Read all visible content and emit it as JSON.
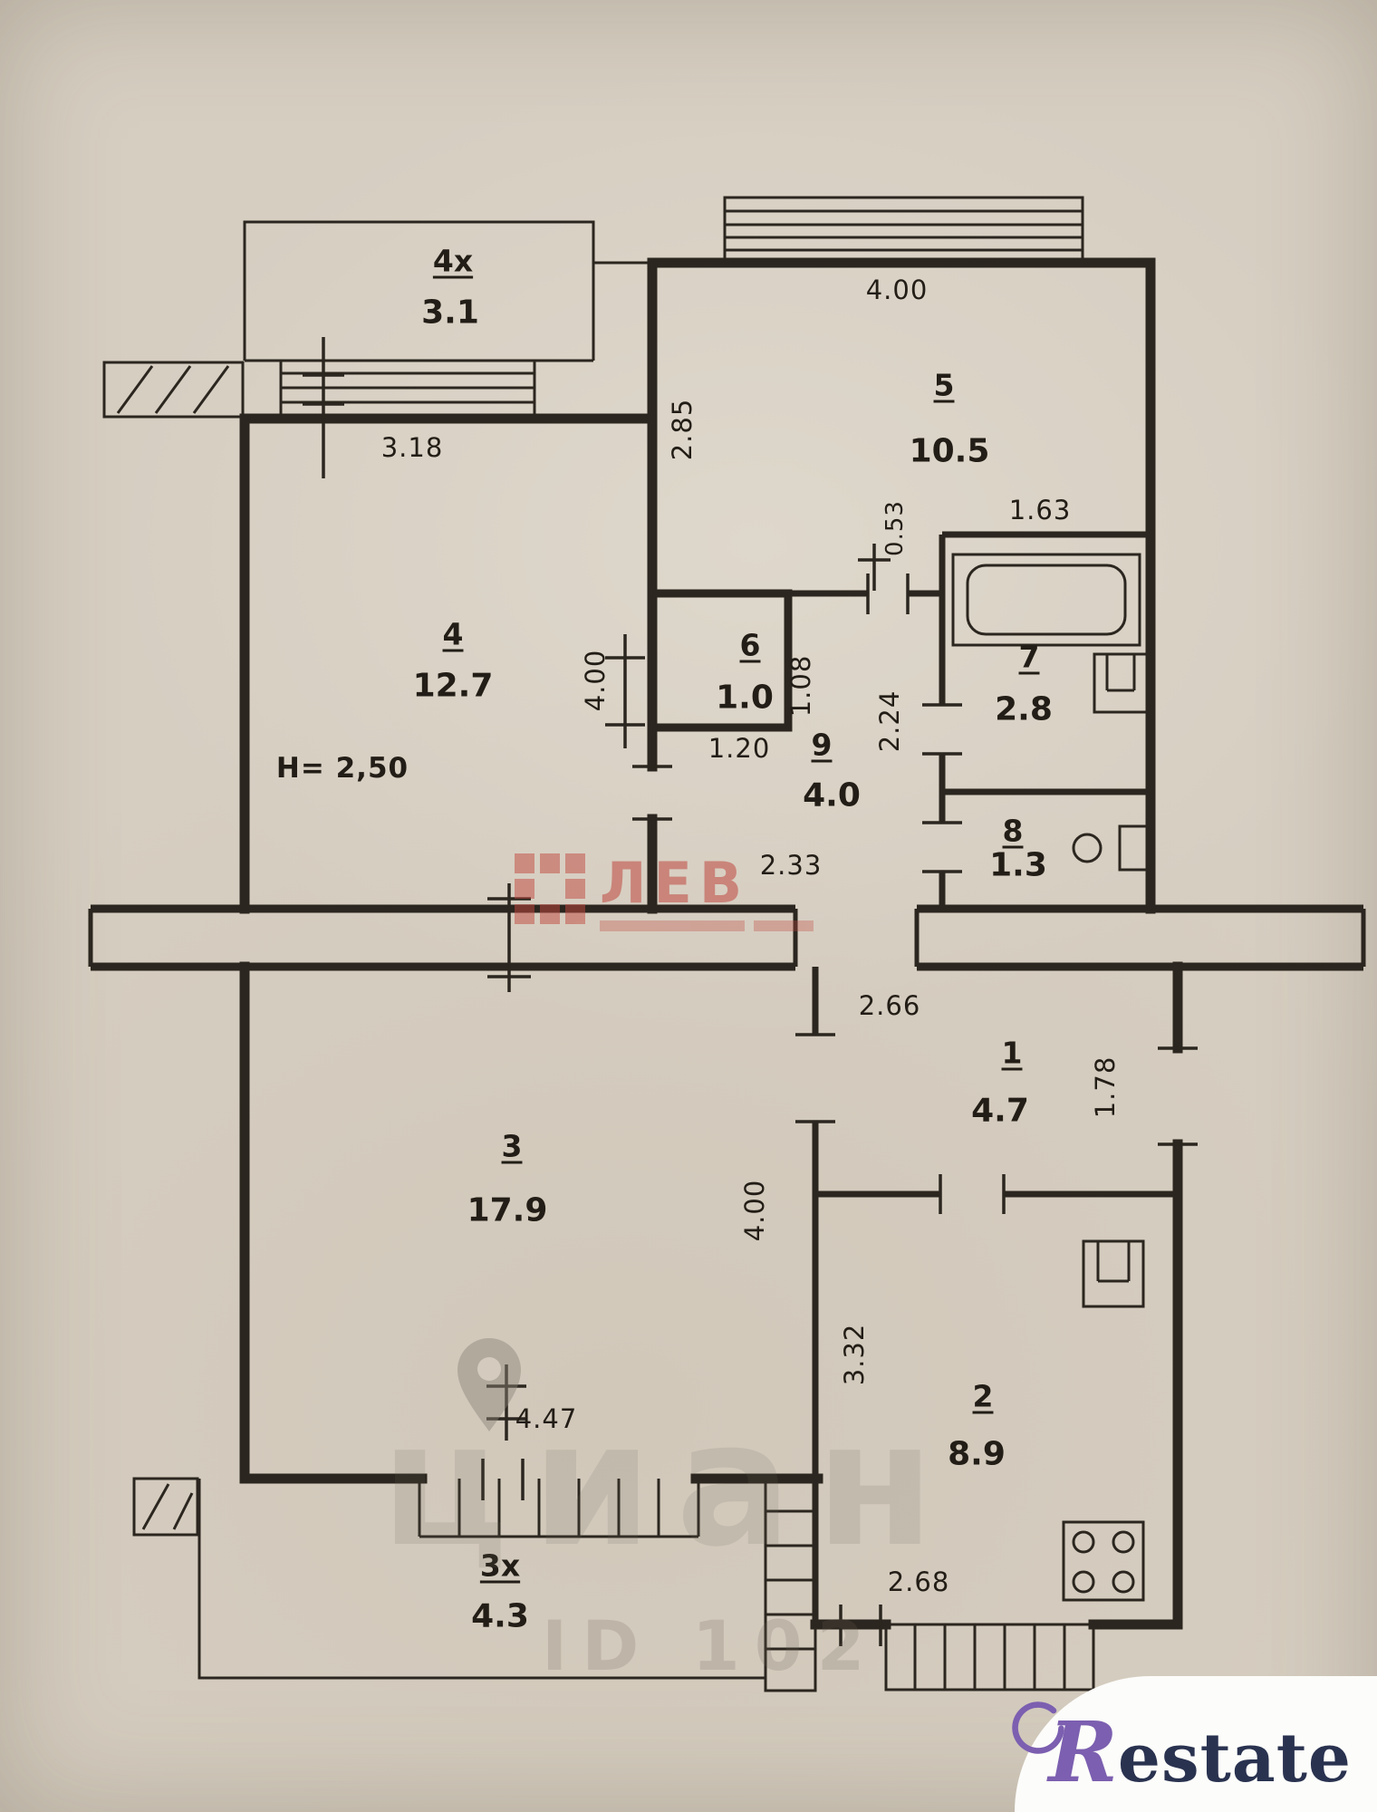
{
  "plan": {
    "rooms": [
      {
        "num": "4x",
        "area": "3.1"
      },
      {
        "num": "5",
        "area": "10.5"
      },
      {
        "num": "4",
        "area": "12.7"
      },
      {
        "num": "6",
        "area": "1.0"
      },
      {
        "num": "7",
        "area": "2.8"
      },
      {
        "num": "9",
        "area": "4.0"
      },
      {
        "num": "8",
        "area": "1.3"
      },
      {
        "num": "1",
        "area": "4.7"
      },
      {
        "num": "3",
        "area": "17.9"
      },
      {
        "num": "2",
        "area": "8.9"
      },
      {
        "num": "3x",
        "area": "4.3"
      }
    ],
    "ceiling_height": "H= 2,50",
    "dims": {
      "room5_top": "4.00",
      "room5_left": "2.85",
      "balcony_top_bottom": "3.18",
      "niche": "0.53",
      "bath_top": "1.63",
      "room4_right": "4.00",
      "closet_right": "1.08",
      "closet_bottom": "1.20",
      "hall9_right": "2.24",
      "hall9_bottom": "2.33",
      "hall1_top": "2.66",
      "hall1_right": "1.78",
      "room3_right": "4.00",
      "room3_bottom": "4.47",
      "kitchen_left": "3.32",
      "kitchen_bottom": "2.68"
    }
  },
  "watermarks": {
    "agency_logo": "ЛЕВ",
    "portal": "циан",
    "listing_id": "ID 102",
    "brand_r": "R",
    "brand_suffix": "estate"
  }
}
